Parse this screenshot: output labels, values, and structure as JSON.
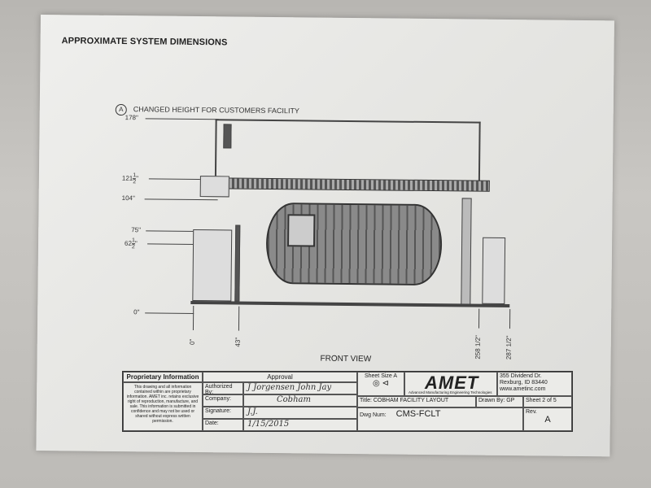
{
  "document": {
    "title": "APPROXIMATE SYSTEM DIMENSIONS",
    "revision_note": {
      "marker": "A",
      "text": "CHANGED HEIGHT FOR CUSTOMERS FACILITY"
    },
    "view_label": "FRONT VIEW",
    "vertical_dimensions": [
      {
        "label": "178\""
      },
      {
        "label": "121",
        "fraction": [
          "1",
          "2"
        ]
      },
      {
        "label": "104\""
      },
      {
        "label": "75\""
      },
      {
        "label": "62",
        "fraction": [
          "1",
          "2"
        ]
      },
      {
        "label": "0\""
      }
    ],
    "horizontal_dimensions": [
      {
        "label": "0\""
      },
      {
        "label": "43\""
      },
      {
        "label": "258 1/2\""
      },
      {
        "label": "287 1/2\""
      }
    ]
  },
  "title_block": {
    "proprietary": {
      "heading": "Proprietary Information",
      "text": "This drawing and all information contained within are proprietary information. AMET inc. retains exclusive right of reproduction, manufacture, and sale. This information is submitted in confidence and may not be used or shared without express written permission."
    },
    "approval": {
      "heading": "Approval",
      "fields": [
        {
          "label": "Authorized By:",
          "value": "J Jorgensen   John Jay"
        },
        {
          "label": "Company:",
          "value": "Cobham"
        },
        {
          "label": "Signature:",
          "value": "J.J."
        },
        {
          "label": "Date:",
          "value": "1/15/2015"
        }
      ]
    },
    "sheet_size": "Sheet Size A",
    "company": {
      "logo": "AMET",
      "tagline": "Advanced Manufacturing Engineering Technologies",
      "address1": "355 Dividend Dr.",
      "address2": "Rexburg, ID 83440",
      "website": "www.ametinc.com"
    },
    "title": "Title: COBHAM FACILITY LAYOUT",
    "drawn_by": "Drawn By: GP",
    "sheet": "Sheet  2 of 5",
    "dwg_num_label": "Dwg Num:",
    "dwg_num": "CMS-FCLT",
    "rev_label": "Rev.",
    "rev": "A"
  }
}
